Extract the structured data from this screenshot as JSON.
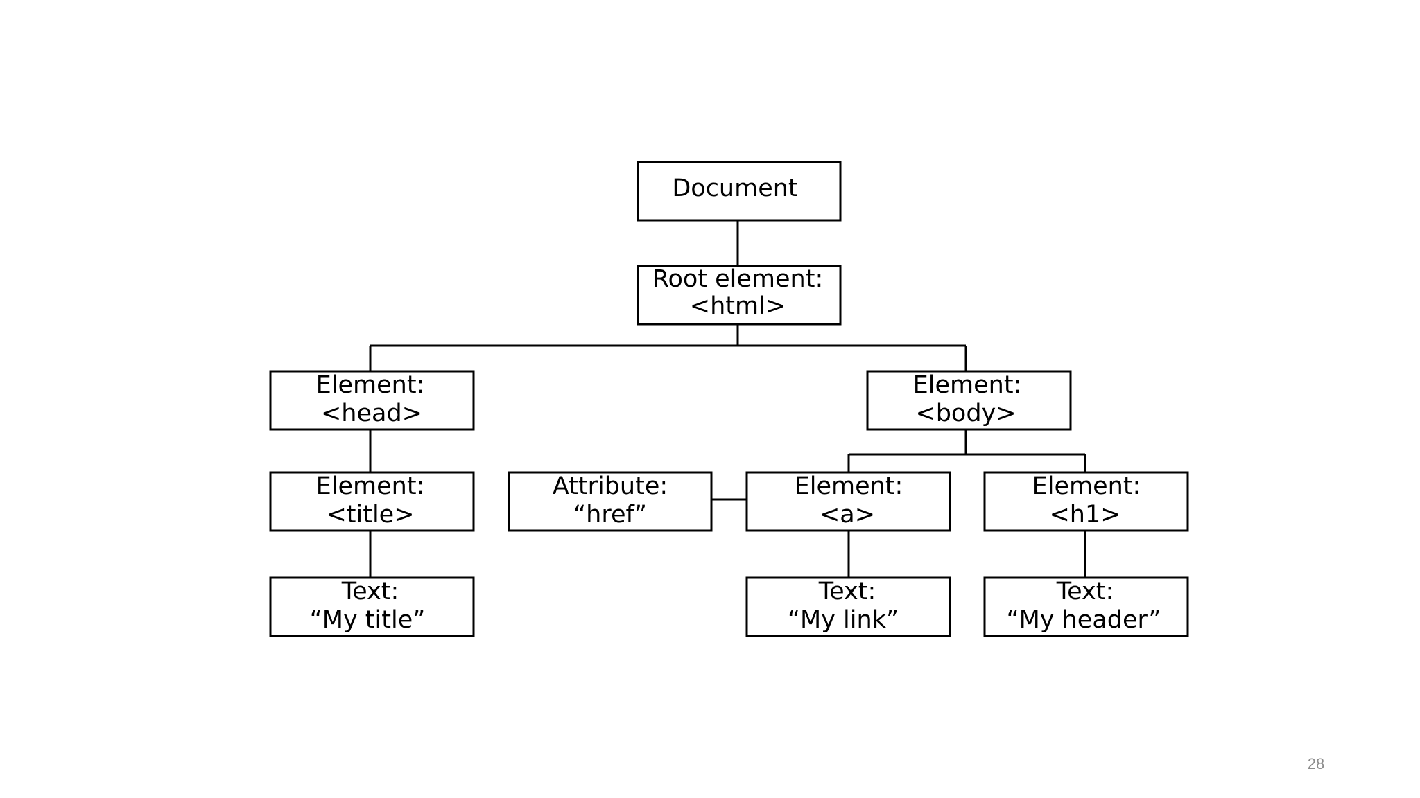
{
  "diagram": {
    "nodes": {
      "document": {
        "line1": "Document"
      },
      "root": {
        "line1": "Root element:",
        "line2": "<html>"
      },
      "head": {
        "line1": "Element:",
        "line2": "<head>"
      },
      "body": {
        "line1": "Element:",
        "line2": "<body>"
      },
      "title": {
        "line1": "Element:",
        "line2": "<title>"
      },
      "attribute": {
        "line1": "Attribute:",
        "line2": "“href”"
      },
      "a": {
        "line1": "Element:",
        "line2": "<a>"
      },
      "h1": {
        "line1": "Element:",
        "line2": "<h1>"
      },
      "text_title": {
        "line1": "Text:",
        "line2": "“My title”"
      },
      "text_link": {
        "line1": "Text:",
        "line2": "“My link”"
      },
      "text_header": {
        "line1": "Text:",
        "line2": "“My header”"
      }
    }
  },
  "footer": {
    "page_number": "28"
  }
}
